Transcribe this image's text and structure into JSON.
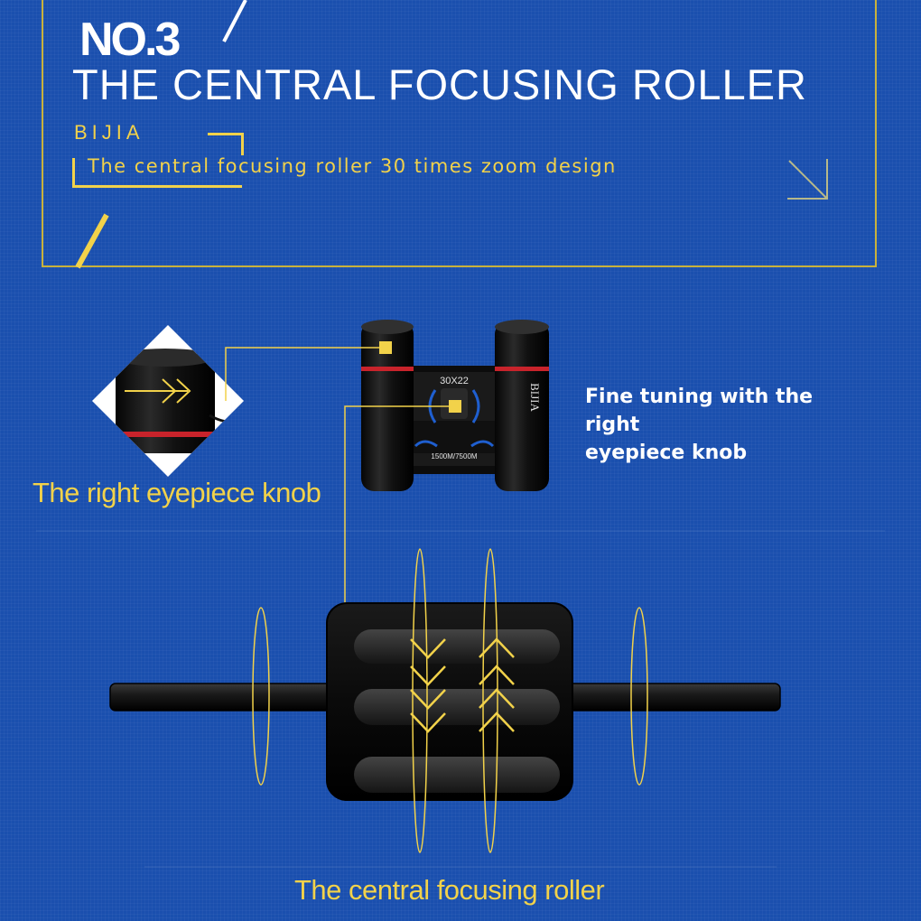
{
  "header": {
    "number": "NO.3",
    "title": "THE CENTRAL FOCUSING ROLLER",
    "brand": "BIJIA",
    "subtitle": "The central focusing roller 30 times zoom design"
  },
  "binocular": {
    "model_label": "30X22",
    "brand_label": "BIJIA",
    "range_label": "1500M/7500M"
  },
  "labels": {
    "right_eyepiece_knob": "The right eyepiece knob",
    "fine_tuning_line1": "Fine tuning with the right",
    "fine_tuning_line2": "eyepiece knob",
    "central_roller": "The central focusing roller"
  },
  "colors": {
    "background": "#1a4fae",
    "accent_yellow": "#f2d24a",
    "frame_gold": "#c9b23c",
    "text_white": "#ffffff"
  },
  "icons": {
    "arrow_down_right": "arrow-down-right-icon",
    "arrow_right": "arrow-right-icon",
    "chevrons_down": "chevrons-down-icon",
    "chevrons_up": "chevrons-up-icon"
  }
}
